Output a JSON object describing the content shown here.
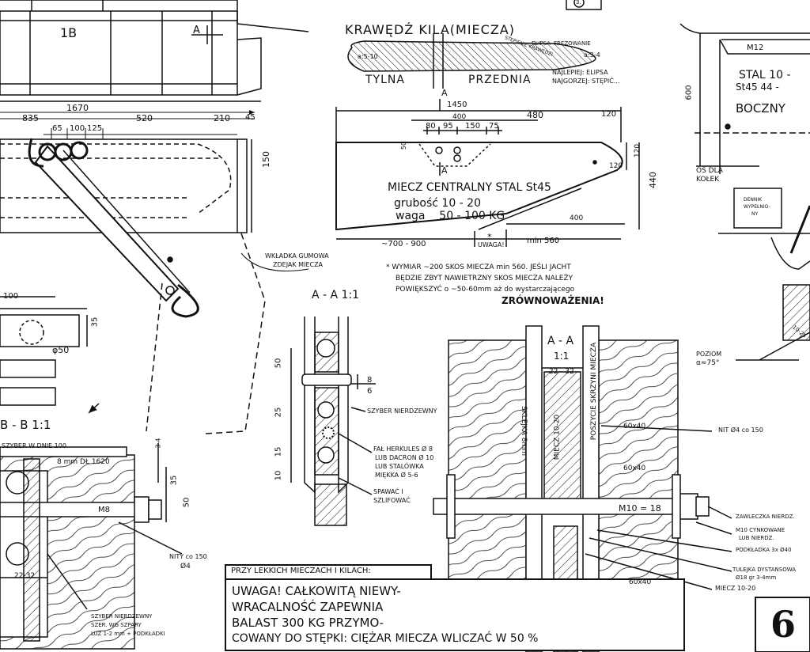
{
  "keel_edge": {
    "title": "KRAWĘDŹ KILA(MIECZA)",
    "rear_label": "TYLNA",
    "front_label": "PRZEDNIA",
    "bevel_label": "STĘPIENIE KRAWĘDZI",
    "ellipse_label": "ELIPSA",
    "bevel_cut_label": "FREZOWANIE",
    "ratio_rear": "a:5-10",
    "ratio_front": "a:3-4",
    "note_best": "NAJLEPIEJ: ELIPSA",
    "note_worst": "NAJGORZEJ: STĘPIĆ..."
  },
  "centerboard": {
    "title": "MIECZ CENTRALNY  STAL St45",
    "thickness": "grubość 10 - 20",
    "weight": "waga    50 - 100 KG",
    "section_mark": "A",
    "dims": {
      "total": "1450",
      "d400": "400",
      "d480": "480",
      "d120": "120",
      "d80": "80",
      "d95": "95",
      "d150": "150",
      "d75": "75",
      "d50": "50",
      "h120": "120",
      "h440": "440",
      "r120": "120",
      "bottom400": "400",
      "left_range": "~700 - 900",
      "min560": "min 560",
      "star": "*",
      "uwaga_small": "UWAGA!"
    },
    "footnote_1": "* WYMIAR ~200 SKOS MIECZA min 560. JEŚLI JACHT",
    "footnote_2": "BĘDZIE ZBYT NAWIETRZNY SKOS MIECZA NALEŻY",
    "footnote_3": "POWIĘKSZYĆ o ~50-60mm aż do wystarczającego",
    "footnote_4": "ZRÓWNOWAŻENIA!"
  },
  "left_assembly": {
    "label_1b": "1B",
    "mark_a": "A",
    "d1670": "1670",
    "d835": "835",
    "d520": "520",
    "d210": "210",
    "d45": "45",
    "d65": "65",
    "d100": "100",
    "d125": "125",
    "d150": "150",
    "rubber_note_1": "WKŁADKA GUMOWA",
    "rubber_note_2": "ZDEJAK MIECZA",
    "d100b": "100",
    "d35": "35",
    "phi50": "φ50"
  },
  "section_aa_small": {
    "title": "A - A  1:1",
    "d50": "50",
    "d25": "25",
    "d15": "15",
    "d10": "10",
    "d8": "8",
    "d6": "6",
    "label_slot": "SZYBER NIERDZEWNY",
    "rope_1": "FAŁ HERKULES Ø 8",
    "rope_2": "LUB DACRON Ø 10",
    "rope_3": "LUB STALÓWKA",
    "rope_4": "MIĘKKA Ø 5-6",
    "sand_1": "SPAWAĆ I",
    "sand_2": "SZLIFOWAĆ"
  },
  "section_aa_big": {
    "title": "A - A",
    "scale": "1:1",
    "gap": "22 - 32",
    "sklejka": "SKLEJKA 8mm",
    "miecz": "MIECZ 10-20",
    "sciana": "POSZYCIE SKRZYNI MIECZA",
    "lumber1": "60x40",
    "lumber2": "60x40",
    "lumber3": "60x40",
    "bolt": "M10 = 18",
    "rivets": "NIT Ø4 co 150",
    "nut_1": "ZAWLECZKA NIERDZ.",
    "nut_2": "M10 CYNKOWANE",
    "nut_3": "LUB NIERDZ.",
    "washer": "PODKŁADKA 3x Ø40",
    "sleeve_1": "TULEJKA DYSTANSOWA",
    "sleeve_2": "Ø18 gr 3-4mm",
    "blade": "MIECZ 10-20"
  },
  "section_bb": {
    "title": "B - B  1:1",
    "slot_label": "SZYBER W DNIE 100",
    "plate_label": "8 mm DŁ 1620",
    "bolt": "M8",
    "d34": "3-4",
    "d35": "35",
    "d50": "50",
    "rivets": "NITY co 150",
    "phi4": "Ø4",
    "d2232": "22-32",
    "slot_1": "SZYBER NIERDZEWNY",
    "slot_2": "SZER. WG SZPARY",
    "slot_3": "LUZ 1-2 mm + PODKŁADKI"
  },
  "right_detail": {
    "m12": "M12",
    "steel_1": "STAL  10 -",
    "steel_2": "St45  44 -",
    "side": "BOCZNY",
    "d600": "600",
    "axis_1": "OŚ DLA",
    "axis_2": "KOŁEK",
    "plank_1": "DENNIK",
    "plank_2": "WYPEŁNIO-",
    "plank_3": "NY",
    "level_1": "POZIOM",
    "level_2": "α≈75°",
    "d1025": "10-25",
    "circle3": "3."
  },
  "notes": {
    "light_boards": "PRZY LEKKICH MIECZACH I KILACH:",
    "warning_1": "UWAGA! CAŁKOWITĄ NIEWY-",
    "warning_2": "WRACALNOŚĆ ZAPEWNIA",
    "warning_3": "BALAST 300 KG PRZYMO-",
    "warning_4": "COWANY DO STĘPKI:  CIĘŻAR MIECZA WLICZAĆ W 50 %"
  },
  "sheet_number": "6"
}
